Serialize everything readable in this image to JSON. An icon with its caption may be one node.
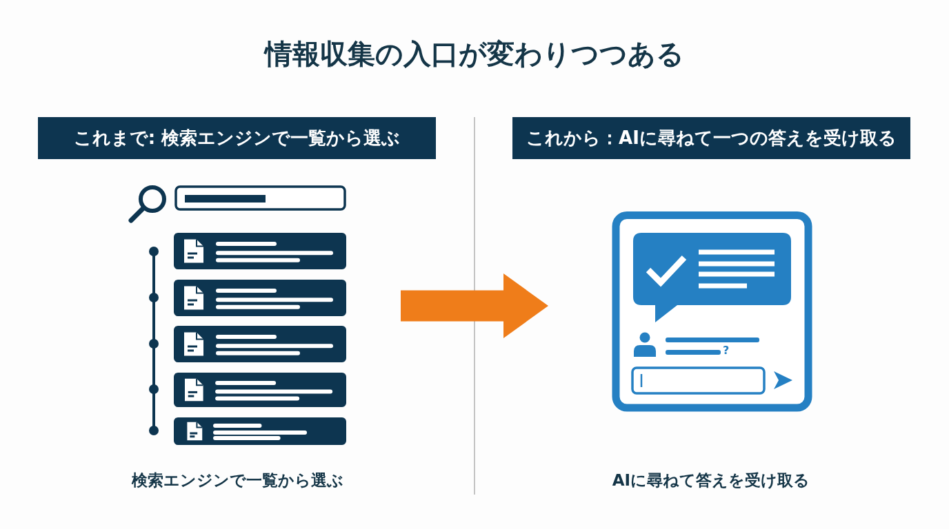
{
  "diagram": {
    "title": "情報収集の入口が変わりつつある",
    "nodes": [
      {
        "text": [
          "これまで: 検索エンジンで一覧から選ぶ"
        ]
      },
      {
        "text": [],
        "shape": "picture"
      },
      {
        "text": [
          "これから：AIに尋ねて一つの答えを受け取る"
        ]
      },
      {
        "text": [],
        "shape": "picture"
      }
    ],
    "edges": [
      {
        "from": 1,
        "to": 3,
        "arrow": "to",
        "color": "#ef7d1a"
      }
    ],
    "labels": [
      "?",
      "検索エンジンで一覧から選ぶ",
      "AIに尋ねて答えを受け取る"
    ]
  }
}
